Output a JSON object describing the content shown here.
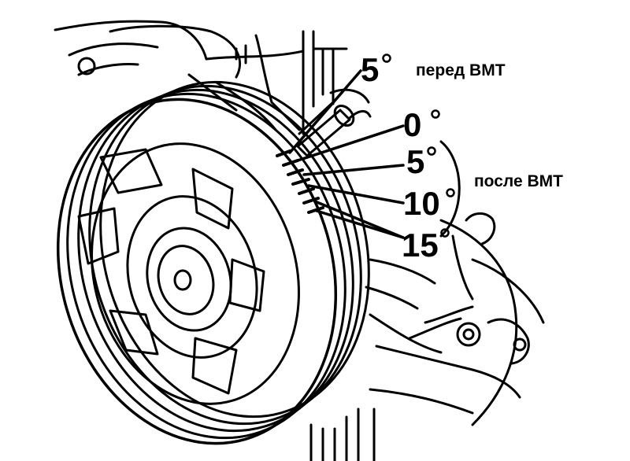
{
  "labels": {
    "before_deg": "5",
    "before_text": "перед ВМТ",
    "mark_0": "0",
    "mark_5": "5",
    "mark_10": "10",
    "mark_15": "15",
    "after_text": "после ВМТ"
  }
}
